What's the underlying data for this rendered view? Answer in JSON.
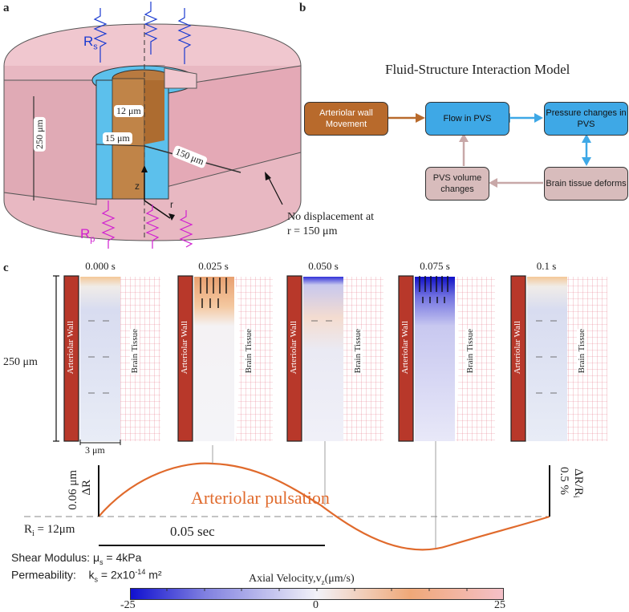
{
  "panels": {
    "a": "a",
    "b": "b",
    "c": "c"
  },
  "panel_a": {
    "rs_label": "R",
    "rs_sub": "s",
    "rp_label": "R",
    "rp_sub": "p",
    "dim_12": "12 μm",
    "dim_15": "15 μm",
    "dim_150": "150 μm",
    "dim_250": "250 μm",
    "axis_z": "z",
    "axis_r": "r",
    "note_line1": "No displacement at",
    "note_line2": "r = 150 μm"
  },
  "panel_b": {
    "title": "Fluid-Structure Interaction Model",
    "boxes": {
      "wall": "Arteriolar wall Movement",
      "flow": "Flow in PVS",
      "pressure": "Pressure changes in PVS",
      "brain": "Brain tissue deforms",
      "volume": "PVS volume changes"
    }
  },
  "panel_c": {
    "times": [
      "0.000 s",
      "0.025 s",
      "0.050 s",
      "0.075 s",
      "0.1 s"
    ],
    "wall_label": "Arteriolar Wall",
    "tissue_label": "Brain Tissue",
    "height_label": "250 μm",
    "width_label": "3 μm",
    "pulsation_label": "Arteriolar pulsation",
    "dr_label": "0.06 μm",
    "dr_sym": "ΔR",
    "pct_label": "0.5 %",
    "ratio_label": "ΔR/R",
    "ratio_sub": "i",
    "ri_label": "R",
    "ri_sub": "i",
    "ri_value": " = 12μm",
    "time_scale": "0.05 sec",
    "shear_label": "Shear Modulus:",
    "shear_sym": "μ",
    "shear_sub": "s",
    "shear_value": " = 4kPa",
    "perm_label": "Permeability:",
    "perm_sym": "k",
    "perm_sub": "s",
    "perm_value": " = 2x10",
    "perm_exp": "-14",
    "perm_unit": " m²"
  },
  "colorbar": {
    "title": "Axial Velocity,v",
    "title_sub": "z",
    "title_unit": "(μm/s)",
    "ticks": [
      "-25",
      "0",
      "25"
    ],
    "colors": {
      "neg": "#1010d0",
      "mid": "#f2f2f8",
      "pos": "#f0a878",
      "max": "#f4c0c8"
    }
  }
}
